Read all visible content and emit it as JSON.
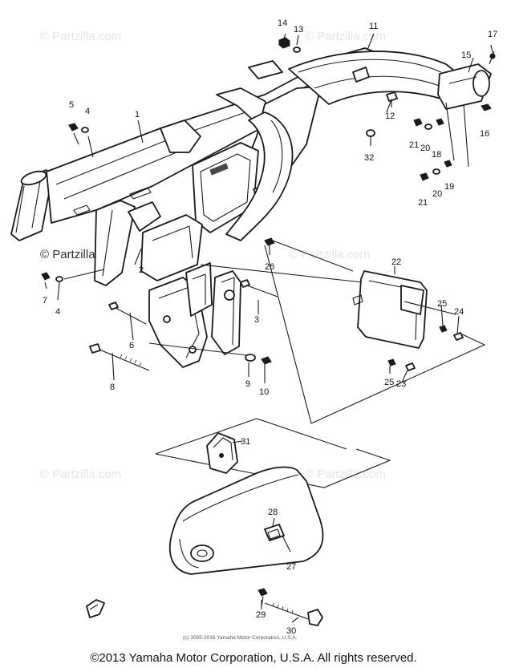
{
  "watermarks": [
    "© Partzilla.com",
    "© Partzilla.com",
    "© Partzilla.com",
    "© Partzilla.com",
    "© Partzilla.com",
    "© Partzilla.com"
  ],
  "callouts": [
    "1",
    "2",
    "3",
    "4",
    "4",
    "5",
    "6",
    "7",
    "8",
    "9",
    "10",
    "11",
    "12",
    "13",
    "14",
    "15",
    "16",
    "17",
    "18",
    "19",
    "20",
    "20",
    "21",
    "21",
    "22",
    "23",
    "24",
    "25",
    "25",
    "26",
    "27",
    "28",
    "29",
    "30",
    "31",
    "32"
  ],
  "diagram_credit": "(c) 2005-2016 Yamaha Motor Corporation, U.S.A.",
  "footer_copyright": "©2013 Yamaha Motor Corporation, U.S.A. All rights reserved."
}
